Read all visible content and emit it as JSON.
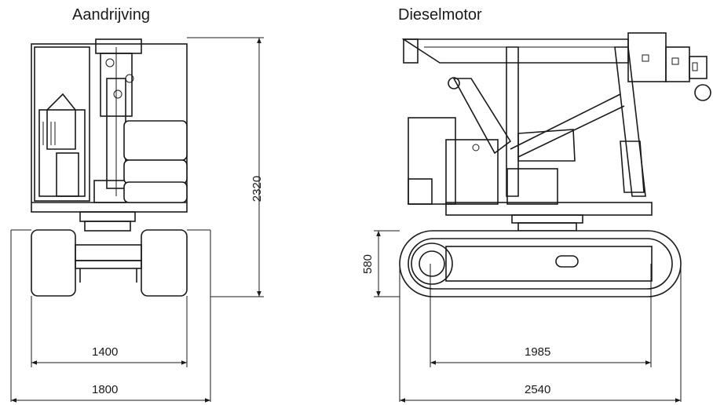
{
  "titles": {
    "left": "Aandrijving",
    "right": "Dieselmotor"
  },
  "dimensions": {
    "height_total": "2320",
    "track_height": "580",
    "track_gauge_inner": "1400",
    "width_total_front": "1800",
    "wheelbase": "1985",
    "length_total": "2540"
  }
}
